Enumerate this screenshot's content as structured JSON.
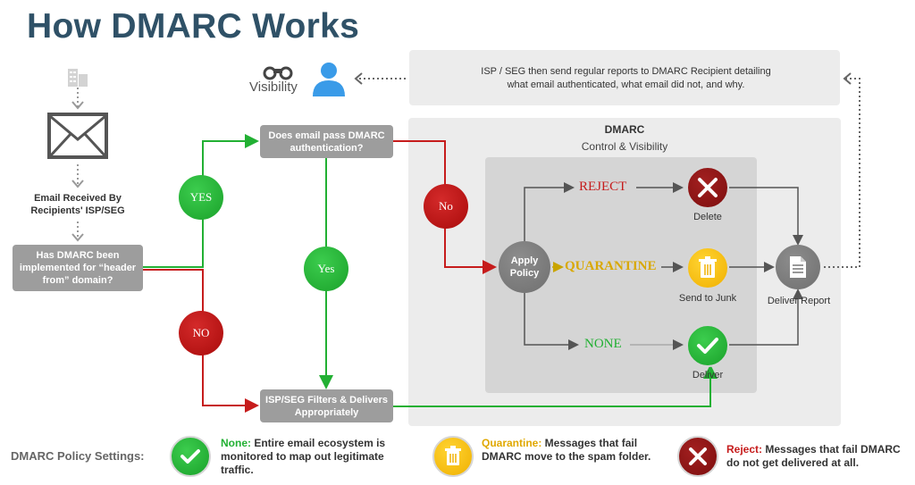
{
  "title": "How DMARC Works",
  "visibility_label": "Visibility",
  "report_note": "ISP / SEG then send regular reports to DMARC Recipient detailing what email authenticated, what email did not, and why.",
  "dmarc_panel": {
    "title": "DMARC",
    "subtitle": "Control & Visibility"
  },
  "email_received": "Email Received By Recipients' ISP/SEG",
  "has_dmarc": "Has DMARC been implemented for “header from” domain?",
  "does_pass": "Does email pass DMARC authentication?",
  "isp_filters": "ISP/SEG Filters & Delivers Appropriately",
  "yes_upper": "YES",
  "no_upper": "NO",
  "yes_lower": "Yes",
  "no_lower": "No",
  "apply_policy": "Apply Policy",
  "policies": {
    "reject": "REJECT",
    "quarantine": "QUARANTINE",
    "none": "NONE"
  },
  "actions": {
    "delete": "Delete",
    "junk": "Send to Junk",
    "deliver": "Deliver",
    "report": "Deliver Report"
  },
  "legend": {
    "title": "DMARC Policy Settings:",
    "none_label": "None:",
    "none_text": " Entire email ecosystem is monitored to map out legitimate traffic.",
    "quarantine_label": "Quarantine:",
    "quarantine_text": " Messages that fail DMARC move to the spam folder.",
    "reject_label": "Reject:",
    "reject_text": " Messages that fail DMARC do not get delivered at all."
  },
  "colors": {
    "green": "#22b033",
    "red": "#c61c1c",
    "yellow": "#f5b800",
    "title": "#2f5167"
  }
}
